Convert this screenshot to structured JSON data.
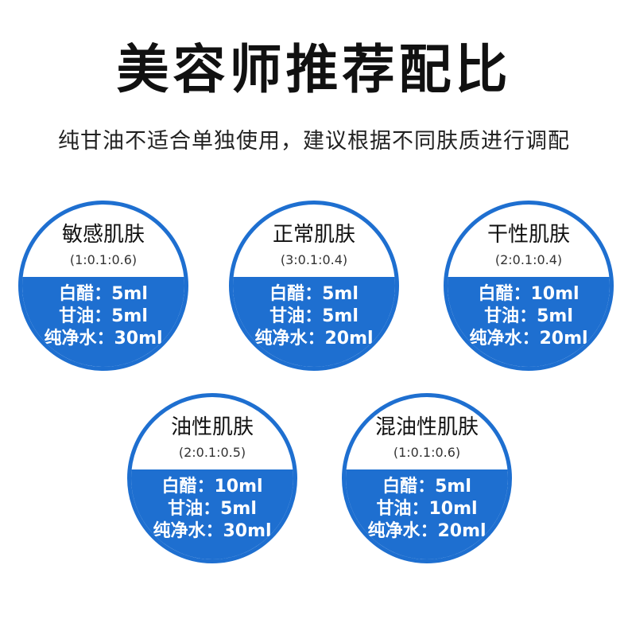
{
  "title": "美容师推荐配比",
  "subtitle": "纯甘油不适合单独使用，建议根据不同肤质进行调配",
  "colors": {
    "accent": "#1e6fd0"
  },
  "circles": [
    {
      "name": "敏感肌肤",
      "ratio": "(1:0.1:0.6)",
      "lines": [
        "白醋：5ml",
        "甘油：5ml",
        "纯净水：30ml"
      ]
    },
    {
      "name": "正常肌肤",
      "ratio": "(3:0.1:0.4)",
      "lines": [
        "白醋：5ml",
        "甘油：5ml",
        "纯净水：20ml"
      ]
    },
    {
      "name": "干性肌肤",
      "ratio": "(2:0.1:0.4)",
      "lines": [
        "白醋：10ml",
        "甘油：5ml",
        "纯净水：20ml"
      ]
    },
    {
      "name": "油性肌肤",
      "ratio": "(2:0.1:0.5)",
      "lines": [
        "白醋：10ml",
        "甘油：5ml",
        "纯净水：30ml"
      ]
    },
    {
      "name": "混油性肌肤",
      "ratio": "(1:0.1:0.6)",
      "lines": [
        "白醋：5ml",
        "甘油：10ml",
        "纯净水：20ml"
      ]
    }
  ]
}
